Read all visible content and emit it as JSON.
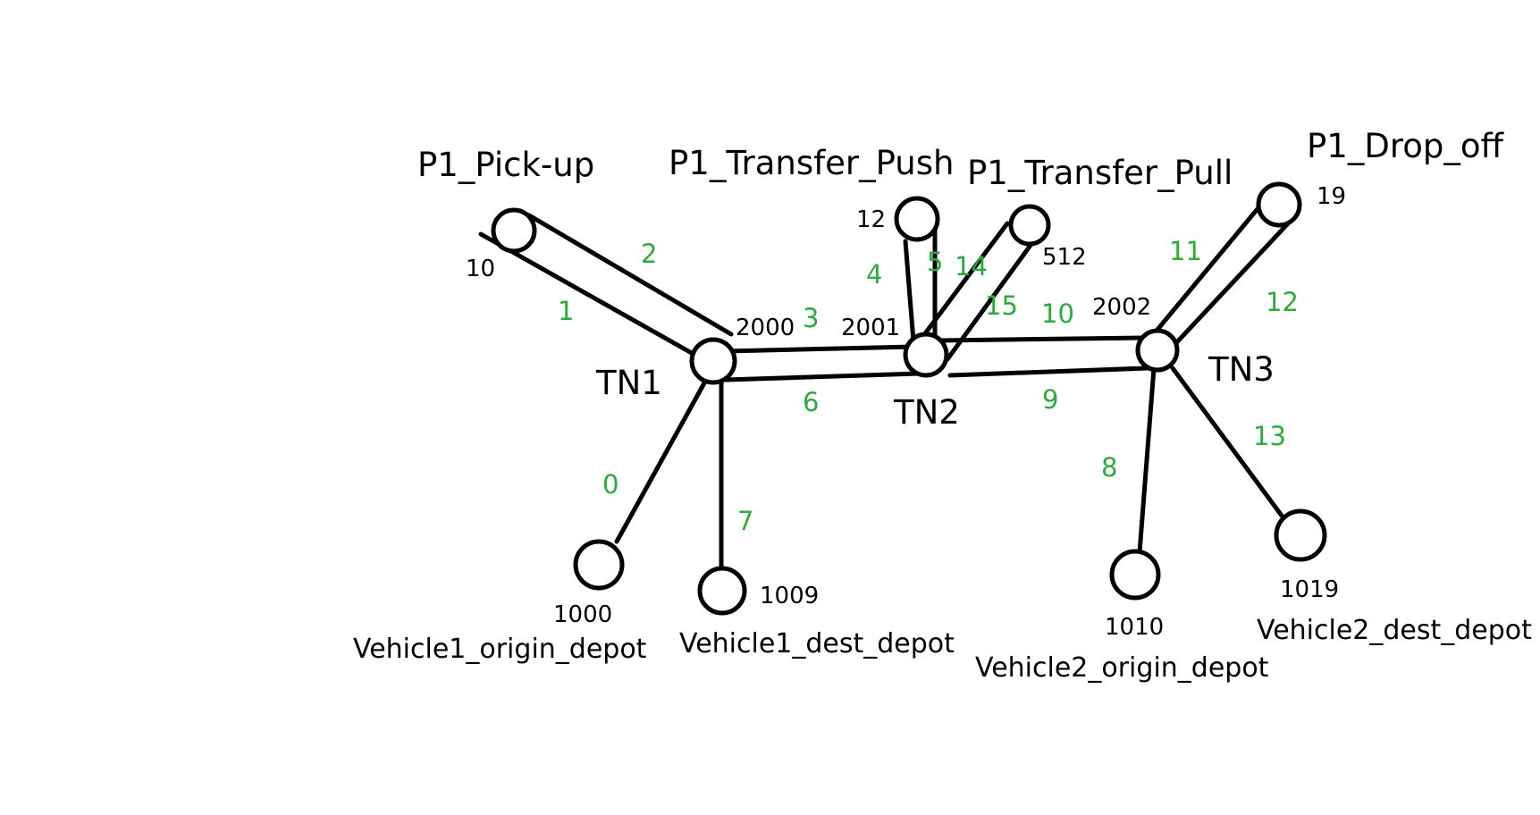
{
  "colors": {
    "line": "#000000",
    "arc_label": "#2eaa3c",
    "background": "#ffffff"
  },
  "nodes": {
    "n10": "10",
    "n12": "12",
    "n512": "512",
    "n19": "19",
    "n2000": "2000",
    "n2001": "2001",
    "n2002": "2002",
    "n1000": "1000",
    "n1009": "1009",
    "n1010": "1010",
    "n1019": "1019"
  },
  "titles": {
    "pickup": "P1_Pick-up",
    "transfer_push": "P1_Transfer_Push",
    "transfer_pull": "P1_Transfer_Pull",
    "dropoff": "P1_Drop_off"
  },
  "hubs": {
    "tn1": "TN1",
    "tn2": "TN2",
    "tn3": "TN3"
  },
  "depots": {
    "v1_origin": "Vehicle1_origin_depot",
    "v1_dest": "Vehicle1_dest_depot",
    "v2_origin": "Vehicle2_origin_depot",
    "v2_dest": "Vehicle2_dest_depot"
  },
  "arcs": {
    "a0": "0",
    "a1": "1",
    "a2": "2",
    "a3": "3",
    "a4": "4",
    "a5": "5",
    "a6": "6",
    "a7": "7",
    "a8": "8",
    "a9": "9",
    "a10": "10",
    "a11": "11",
    "a12": "12",
    "a13": "13",
    "a14": "14",
    "a15": "15"
  }
}
